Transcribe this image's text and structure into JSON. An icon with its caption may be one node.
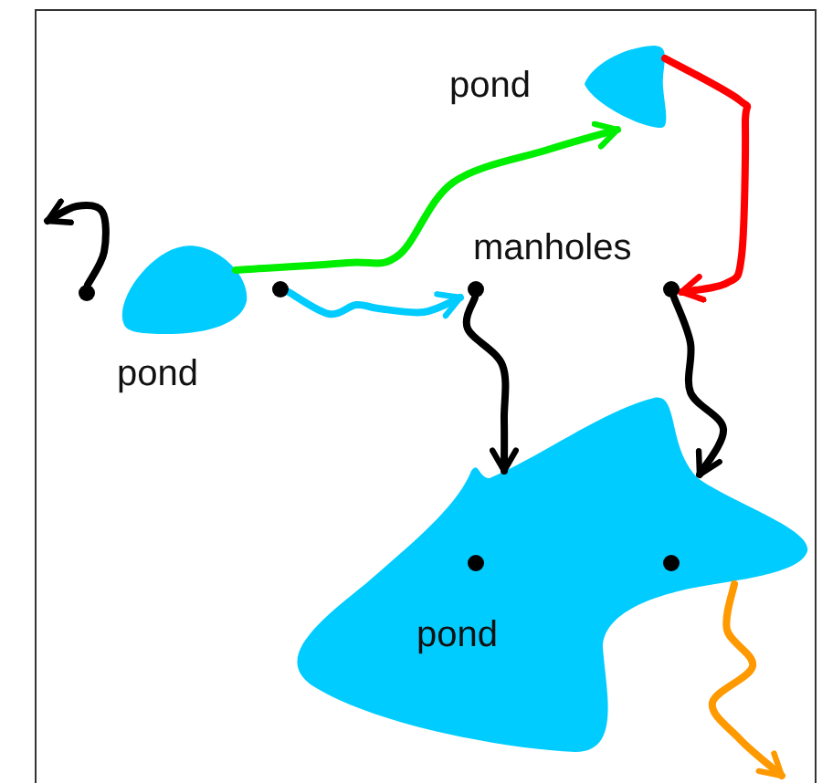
{
  "diagram": {
    "nodes": [
      {
        "text": [
          "pond"
        ]
      },
      {
        "text": [
          "pond"
        ]
      },
      {
        "text": [],
        "shape": "circle"
      },
      {
        "text": [],
        "shape": "circle"
      },
      {
        "text": [],
        "shape": "circle"
      },
      {
        "text": [],
        "shape": "circle"
      },
      {
        "text": [
          "pond"
        ]
      },
      {
        "text": [],
        "shape": "circle",
        "in": 6
      },
      {
        "text": [],
        "shape": "circle",
        "in": 6
      }
    ],
    "edges": [
      {
        "from": 2,
        "to": null,
        "arrow": "to"
      },
      {
        "from": 1,
        "to": 0,
        "arrow": "to",
        "color": "#00ee00"
      },
      {
        "from": 3,
        "to": 4,
        "arrow": "to",
        "color": "#00ccff"
      },
      {
        "from": 0,
        "to": 5,
        "arrow": "to",
        "color": "#ff0000"
      },
      {
        "from": 4,
        "to": 6,
        "arrow": "to"
      },
      {
        "from": 5,
        "to": 6,
        "arrow": "to"
      },
      {
        "from": 6,
        "to": null,
        "arrow": "to",
        "color": "#ff9900"
      }
    ],
    "labels": [
      "manholes"
    ]
  }
}
